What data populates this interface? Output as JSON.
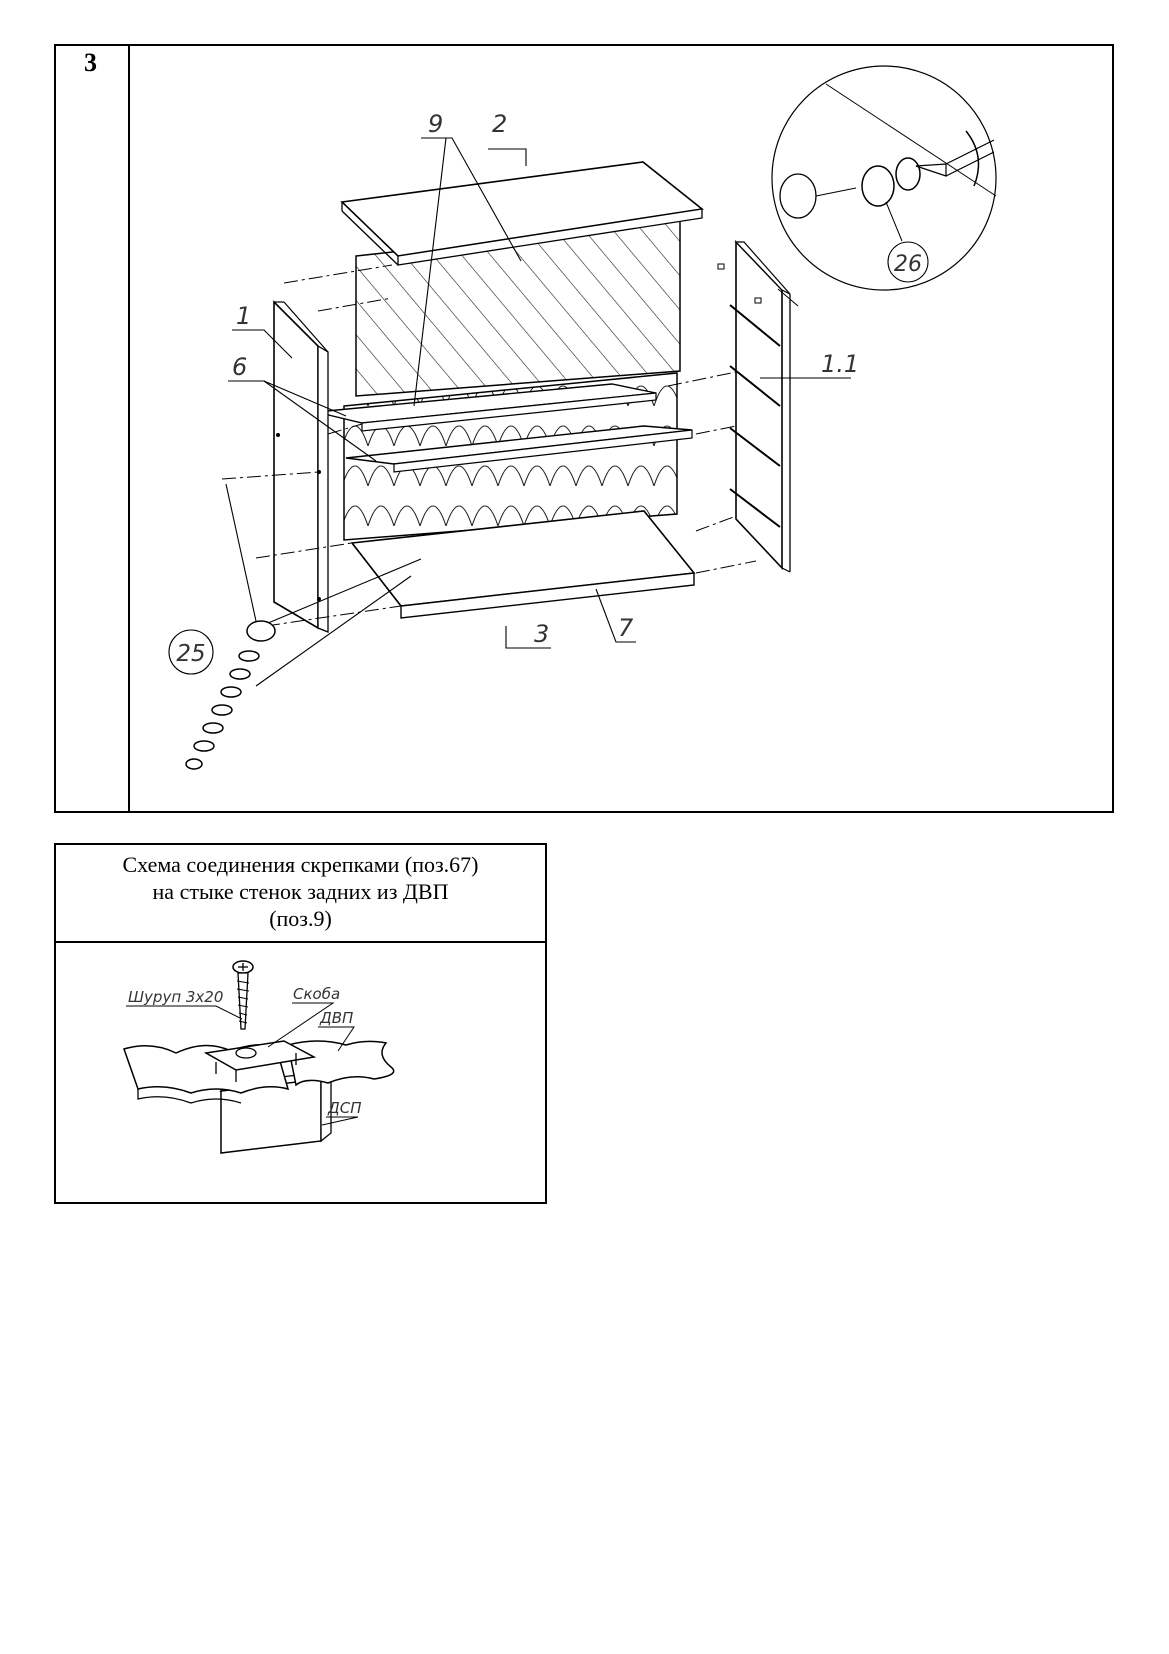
{
  "step": {
    "number": "3"
  },
  "assembly": {
    "labels": {
      "part_9": "9",
      "part_2": "2",
      "part_1": "1",
      "part_6": "6",
      "part_1_1": "1.1",
      "part_3": "3",
      "part_7": "7",
      "part_25": "25",
      "part_26": "26"
    }
  },
  "scheme": {
    "title_lines": [
      "Схема соединения скрепками (поз.67)",
      "на стыке стенок задних из ДВП",
      "(поз.9)"
    ],
    "labels": {
      "screw": "Шуруп 3х20",
      "bracket": "Скоба",
      "fiberboard": "ДВП",
      "particleboard": "ДСП"
    }
  }
}
